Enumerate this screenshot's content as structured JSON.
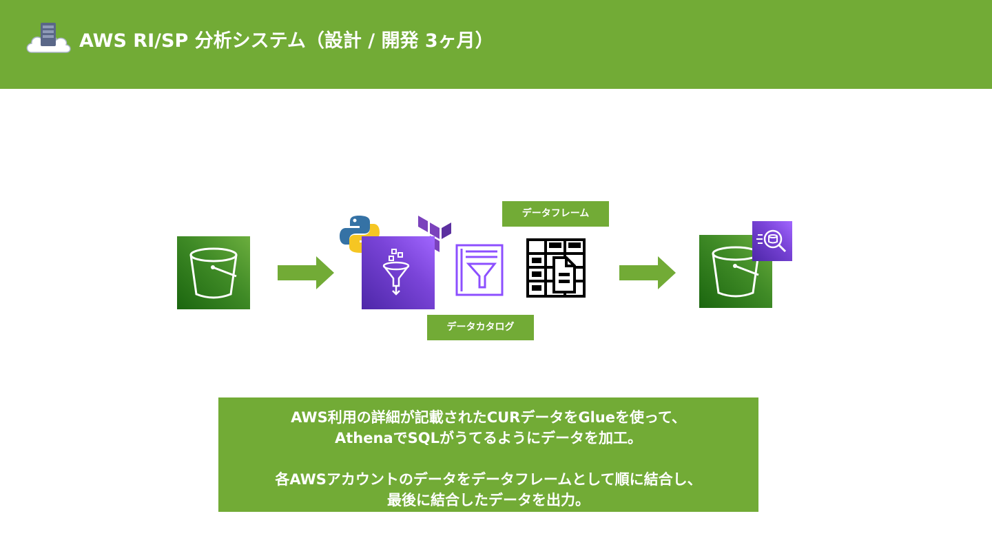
{
  "header": {
    "title": "AWS RI/SP 分析システム（設計 / 開発 3ヶ月）",
    "background": "#72ab36",
    "logo_icon": "cloud-server-icon"
  },
  "diagram": {
    "source": {
      "icon": "s3-bucket-icon",
      "color": "#3f8a26"
    },
    "process": {
      "glue_icon": "glue-icon",
      "python_icon": "python-logo-icon",
      "terraform_icon": "terraform-logo-icon",
      "catalog_icon": "data-catalog-icon",
      "dataframe_icon": "dataframe-icon",
      "dataframe_label": "データフレーム",
      "catalog_label": "データカタログ"
    },
    "destination": {
      "icon": "s3-bucket-icon",
      "badge_icon": "athena-icon"
    },
    "arrow_color": "#72ab36"
  },
  "description": {
    "line1": "AWS利用の詳細が記載されたCURデータをGlueを使って、",
    "line2": "AthenaでSQLがうてるようにデータを加工。",
    "line3": "各AWSアカウントのデータをデータフレームとして順に結合し、",
    "line4": "最後に結合したデータを出力。"
  }
}
